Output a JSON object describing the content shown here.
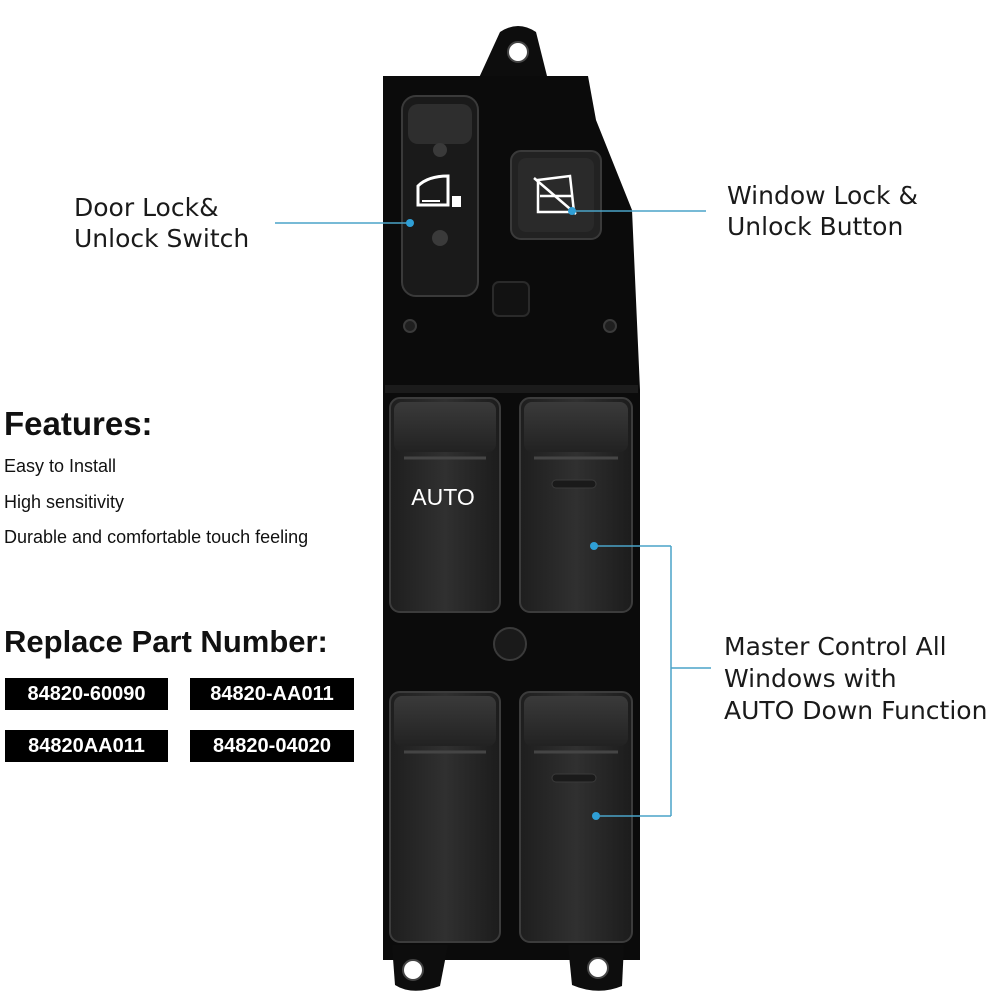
{
  "callouts": {
    "door_lock": [
      "Door Lock&",
      "Unlock Switch"
    ],
    "window_lock": [
      "Window Lock &",
      "Unlock Button"
    ],
    "master_control": [
      "Master Control All",
      "Windows with",
      "AUTO Down Function"
    ]
  },
  "features": {
    "heading": "Features:",
    "items": [
      "Easy to Install",
      "High sensitivity",
      "Durable and comfortable touch feeling"
    ]
  },
  "replace": {
    "heading": "Replace Part Number:",
    "parts": [
      "84820-60090",
      "84820-AA011",
      "84820AA011",
      "84820-04020"
    ]
  },
  "product": {
    "auto_label": "AUTO"
  },
  "colors": {
    "callout_line": "#4aa3c8",
    "callout_dot": "#2f9fd6",
    "housing": "#0b0b0b",
    "button": "#2a2a2a"
  }
}
